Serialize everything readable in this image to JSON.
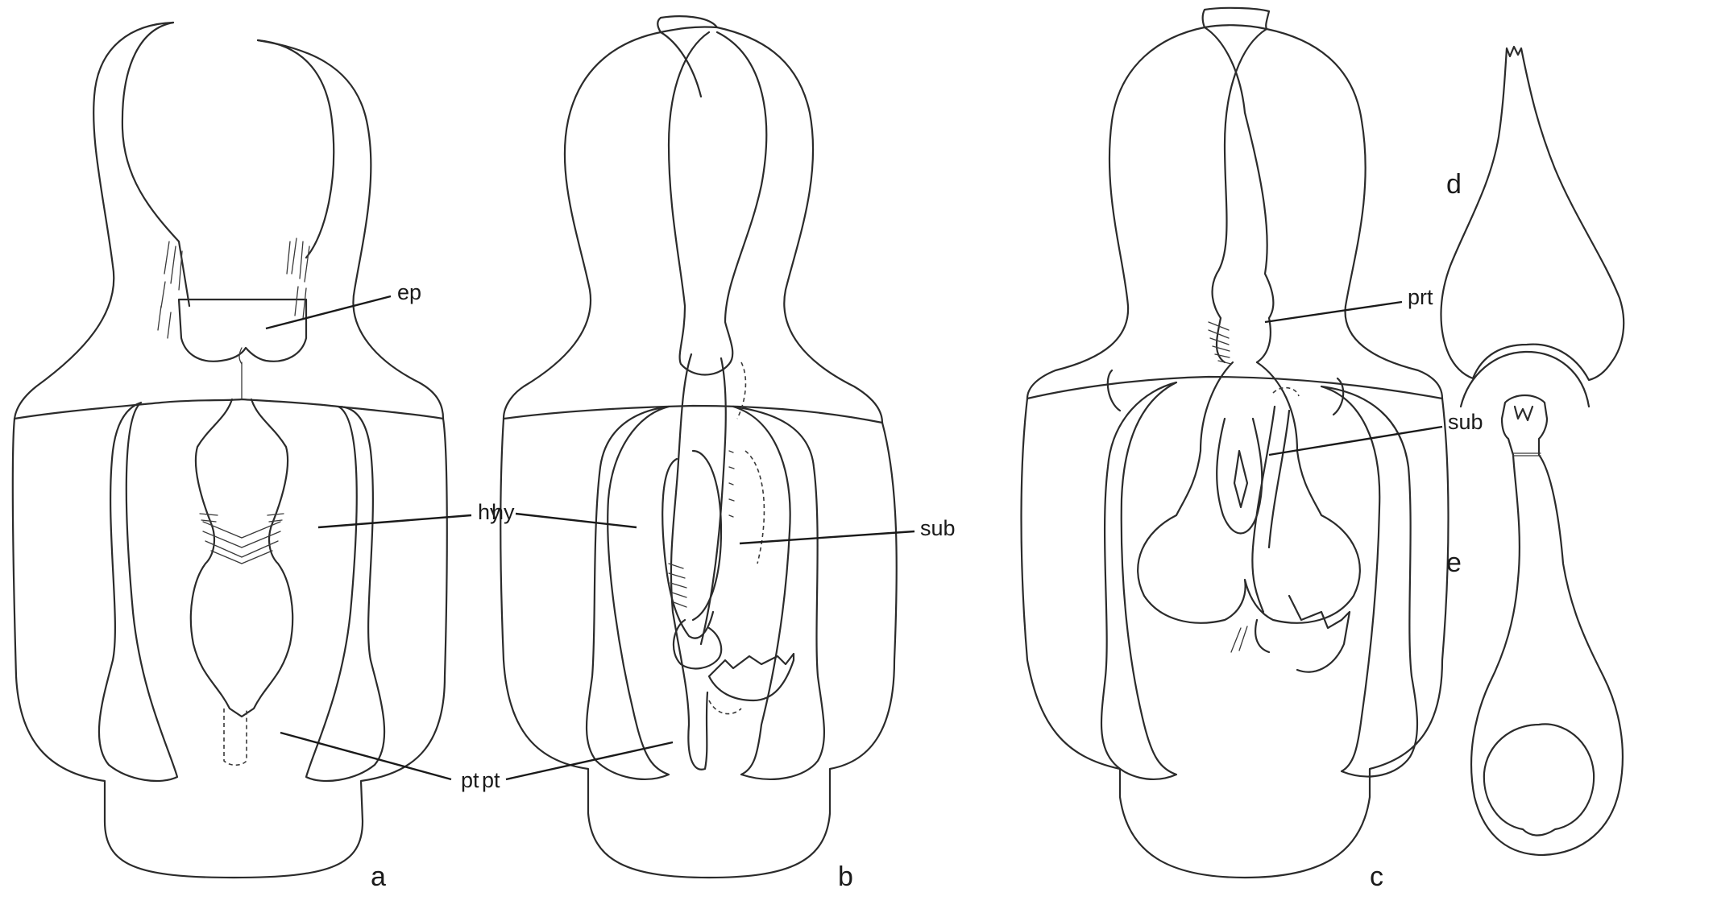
{
  "panels": {
    "a": "a",
    "b": "b",
    "c": "c",
    "d": "d",
    "e": "e"
  },
  "labels": {
    "ep": "ep",
    "hy_a": "hy",
    "hy_b": "hy",
    "sub_b": "sub",
    "sub_c": "sub",
    "prt": "prt",
    "pt_a": "pt",
    "pt_b": "pt"
  },
  "colors": {
    "line": "#2b2b2b",
    "background": "#ffffff"
  }
}
